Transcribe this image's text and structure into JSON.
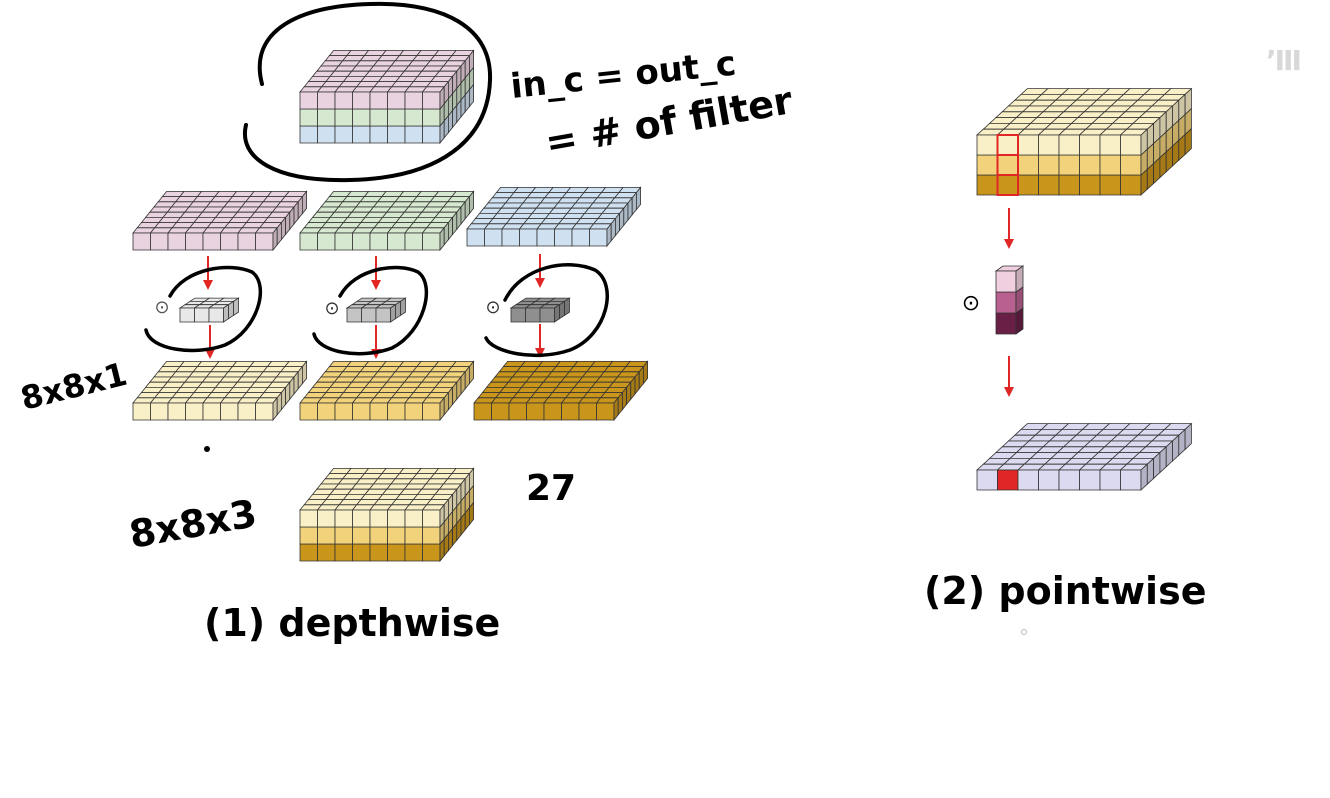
{
  "annotations": {
    "channel_note_line1": "in_c = out_c",
    "channel_note_line2": "= # of filter",
    "single_map_size": "8x8x1",
    "stacked_size": "8x8x3",
    "count_note": "27",
    "depthwise_label": "(1) depthwise",
    "pointwise_label": "(2) pointwise"
  },
  "operators": {
    "elementwise_symbol": "⊙"
  },
  "watermark": {
    "text": "ʼIII"
  },
  "colors": {
    "pink": "#ead3e0",
    "green": "#d6e8cf",
    "blue": "#cfe0f1",
    "gray_light": "#e8e8e8",
    "gray_mid": "#c4c4c4",
    "gray_dark": "#8f8f8f",
    "yellow_light": "#faf0c8",
    "yellow_mid": "#f2d27a",
    "yellow_dark": "#c9951b",
    "lavender": "#dcdaf0",
    "red": "#e12626",
    "filter_light": "#f0cfe0",
    "filter_mid": "#b8608f",
    "filter_dark": "#6a1f47"
  }
}
